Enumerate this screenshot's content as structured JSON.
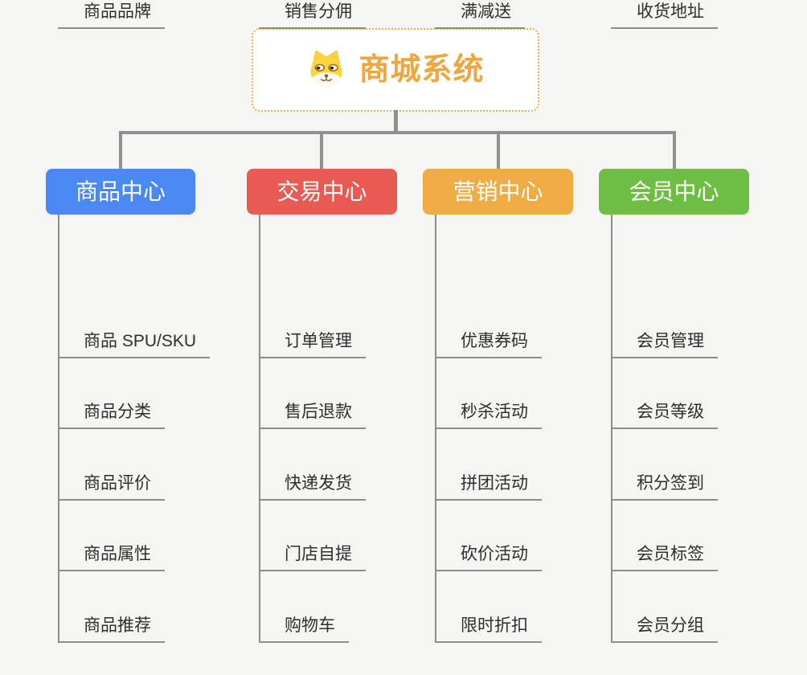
{
  "page": {
    "background_color": "#f5f5f3",
    "connector_color": "#909090",
    "leaf_line_color": "#8c8c8c"
  },
  "root": {
    "label": "商城系统",
    "text_color": "#f0a63f",
    "border_color": "#f2b14f",
    "icon": "dog-face-icon"
  },
  "branches": [
    {
      "label": "商品中心",
      "color": "#4a89f4",
      "items": [
        "商品 SPU/SKU",
        "商品分类",
        "商品评价",
        "商品属性",
        "商品推荐",
        "商品品牌"
      ]
    },
    {
      "label": "交易中心",
      "color": "#e95a52",
      "items": [
        "订单管理",
        "售后退款",
        "快递发货",
        "门店自提",
        "购物车",
        "销售分佣"
      ]
    },
    {
      "label": "营销中心",
      "color": "#efac44",
      "items": [
        "优惠券码",
        "秒杀活动",
        "拼团活动",
        "砍价活动",
        "限时折扣",
        "满减送"
      ]
    },
    {
      "label": "会员中心",
      "color": "#6ebe44",
      "items": [
        "会员管理",
        "会员等级",
        "积分签到",
        "会员标签",
        "会员分组",
        "收货地址"
      ]
    }
  ]
}
